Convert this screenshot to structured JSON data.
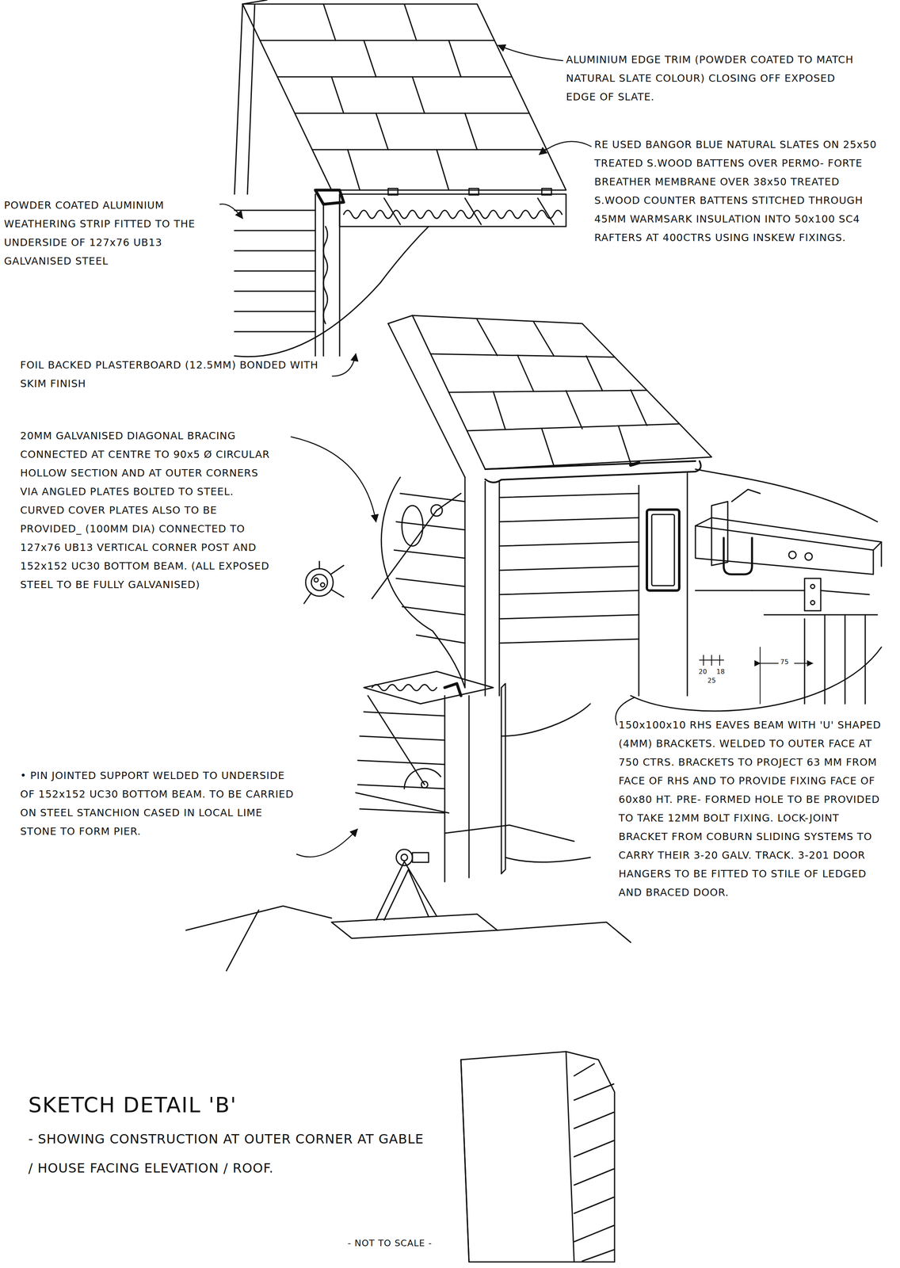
{
  "diagram": {
    "title": "SKETCH DETAIL 'B'",
    "caption": "- SHOWING CONSTRUCTION AT OUTER CORNER AT GABLE / HOUSE FACING ELEVATION / ROOF.",
    "labels": [
      "ALUMINIUM EDGE TRIM (POWDER COATED TO MATCH NATURAL SLATE COLOUR) CLOSING OFF EXPOSED EDGE OF SLATE.",
      "RE USED BANGOR BLUE NATURAL SLATES ON 25x50 TREATED S.WOOD BATTENS OVER PERMO- FORTE BREATHER MEMBRANE OVER 38x50 TREATED S.WOOD COUNTER BATTENS STITCHED THROUGH 45MM WARMSARK INSULATION INTO 50x100 SC4 RAFTERS AT 400CTRS USING INSKEW FIXINGS.",
      "POWDER COATED ALUMINIUM WEATHERING STRIP FITTED TO THE UNDERSIDE OF 127x76 UB13 GALVANISED STEEL",
      "FOIL BACKED PLASTERBOARD (12.5MM) BONDED WITH SKIM FINISH",
      "20MM GALVANISED DIAGONAL BRACING CONNECTED AT CENTRE TO 90x5 Ø CIRCULAR HOLLOW SECTION AND AT OUTER CORNERS VIA ANGLED PLATES BOLTED TO STEEL. CURVED COVER PLATES ALSO TO BE PROVIDED_ (100MM DIA) CONNECTED TO 127x76 UB13 VERTICAL CORNER POST AND 152x152 UC30 BOTTOM BEAM. (ALL EXPOSED STEEL TO BE FULLY GALVANISED)",
      "• PIN JOINTED SUPPORT WELDED TO UNDERSIDE OF 152x152 UC30 BOTTOM BEAM. TO BE CARRIED ON STEEL STANCHION CASED IN LOCAL LIME STONE TO FORM PIER.",
      "150x100x10 RHS EAVES BEAM WITH 'U' SHAPED (4MM) BRACKETS. WELDED TO OUTER FACE AT 750 CTRS. BRACKETS TO PROJECT 63 MM FROM FACE OF RHS AND TO PROVIDE FIXING FACE OF 60x80 HT. PRE- FORMED HOLE TO BE PROVIDED TO TAKE 12MM BOLT FIXING. LOCK-JOINT BRACKET FROM COBURN SLIDING SYSTEMS TO CARRY THEIR 3-20 GALV. TRACK. 3-201 DOOR HANGERS TO BE FITTED TO STILE OF LEDGED AND BRACED DOOR.",
      "20",
      "25",
      "18",
      "75",
      "- NOT TO SCALE -"
    ]
  }
}
